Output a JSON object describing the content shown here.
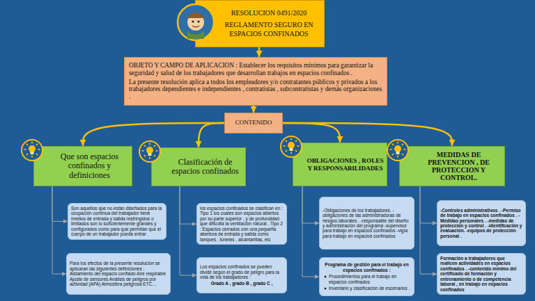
{
  "diagram": {
    "nodes": [
      {
        "text": [
          "RESOLUCION 0491/2020",
          "REGLAMENTO SEGURO EN ESPACIOS CONFINADOS"
        ]
      },
      {
        "text": [
          "OBJETO Y CAMPO DE APLICACION : Establecer los requisitos mínimos para garantizar la seguridad y salud de los trabajadores que desarrollan trabajos en espacios confinados .",
          "La presente resolución aplica a todos los empleadores y/o contratantes públicos y privados a los trabajadores dependientes e independientes , contratistas , subcontratistas y demás organizaciones ."
        ]
      },
      {
        "text": [
          "CONTENIDO"
        ]
      },
      {
        "text": [
          "Que son espacios confinados y definiciones"
        ]
      },
      {
        "text": [
          "Clasificación de espacios confinados"
        ]
      },
      {
        "text": [
          "OBLIGACIONES , ROLES Y RESPONSABILIDADES"
        ]
      },
      {
        "text": [
          "MEDIDAS DE PREVENCION , DE PROTECCION Y CONTROL."
        ]
      },
      {
        "text": [
          "Son aquellos que no están diseñados para la ocupación continua del trabajador tiene medios de entrada y salida restringidos o limitados son lo suficientemente grandes y configurados como para que permitan que el cuerpo de un trabajador pueda entrar ."
        ]
      },
      {
        "text": [
          "Para los efectos de la presente resolución se aplicaran las siguientes definiciones : Aislamiento del espacio confiado Aire respirable Ajuste de sensores Análisis de peligros por actividad (APA) Atmosfera peligrosa ETC…"
        ]
      },
      {
        "text": [
          "los espacios confinados se clasifican en : Tipo 1 los cuales son espacios abiertos por su parte superior , y de profundidad que dificulta la ventilación natural . Tipo 2 : Espacios cerrados con una pequeña abertura de entrada y salida como tanques , túneles , alcantarillas, etc"
        ]
      },
      {
        "text": [
          "Los espacios confinados se pueden dividir según el grado de peligro para la vida de los trabajadores :",
          "Grado A , grado B , grado C ,"
        ]
      },
      {
        "text": [
          "-Obligaciones de los trabajadores. -obligaciones de las administradoras de riesgos laborales . -responsable del diseño y administración del programa -supervisor para trabajo en espacios confinados -vigía para trabajo en espacios confinados"
        ]
      },
      {
        "text": [
          "Programa de gestión para el trabajo en espacios confinados :",
          "Procedimientos para el trabajo en espacios confinados",
          "Inventario y clasificación de escenarios ."
        ]
      },
      {
        "text": [
          "-Controles administrativos . -Permiso de trabajo en espacios confinados . -Medidas personales . -medidas de protección y control . -identificación y evaluación. -equipos de protección personal ."
        ]
      },
      {
        "text": [
          "Formación a trabajadores que realicen actividades en espacios confinados . -contenido mínimo del certificado de formación y entrenamiento o de competencia laboral , en trabajo en espacios confinados"
        ]
      }
    ],
    "edges": [
      {
        "from": 0,
        "to": 1,
        "arrow": "to"
      },
      {
        "from": 1,
        "to": 2,
        "arrow": "to"
      },
      {
        "from": 2,
        "to": 3,
        "arrow": "to"
      },
      {
        "from": 2,
        "to": 4,
        "arrow": "to"
      },
      {
        "from": 2,
        "to": 5,
        "arrow": "to"
      },
      {
        "from": 2,
        "to": 6,
        "arrow": "to"
      },
      {
        "from": 3,
        "to": 7,
        "arrow": "to"
      },
      {
        "from": 3,
        "to": 8,
        "arrow": "to"
      },
      {
        "from": 4,
        "to": 9,
        "arrow": "to"
      },
      {
        "from": 4,
        "to": 10,
        "arrow": "to"
      },
      {
        "from": 5,
        "to": 11,
        "arrow": "to"
      },
      {
        "from": 5,
        "to": 12,
        "arrow": "to"
      },
      {
        "from": 6,
        "to": 13,
        "arrow": "to"
      },
      {
        "from": 6,
        "to": 14,
        "arrow": "to"
      }
    ]
  }
}
